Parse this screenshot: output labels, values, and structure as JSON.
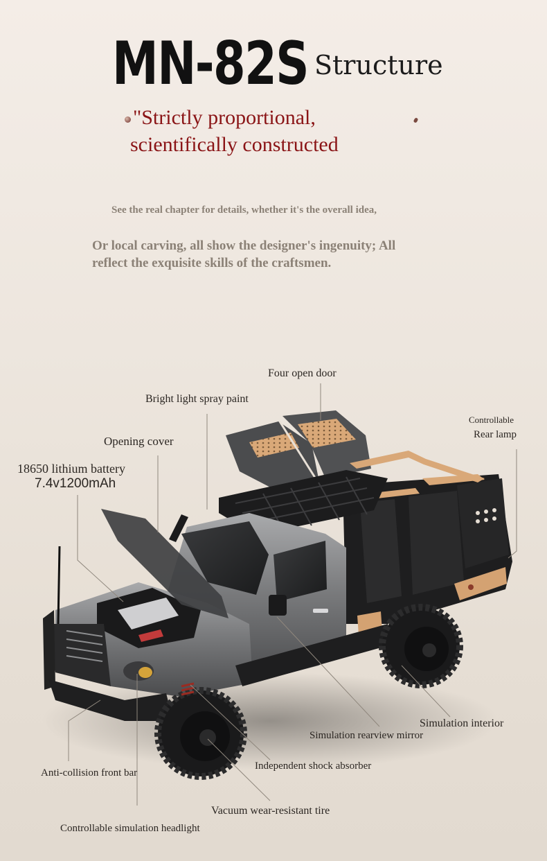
{
  "header": {
    "model": "MN-82S",
    "title_suffix": "Structure",
    "tagline_line1": "\"Strictly proportional,",
    "tagline_line2": "scientifically constructed"
  },
  "description": {
    "line1": "See the real chapter for details, whether it's the overall idea,",
    "line2a": "Or local carving, all show the designer's ingenuity; All",
    "line2b": "reflect the exquisite skills of the craftsmen."
  },
  "callouts": {
    "four_open_door": "Four open door",
    "bright_light_spray_paint": "Bright light spray paint",
    "controllable_rear_lamp_line1": "Controllable",
    "controllable_rear_lamp_line2": "Rear lamp",
    "opening_cover": "Opening cover",
    "battery_line1": "18650 lithium battery",
    "battery_line2": "7.4v1200mAh",
    "simulation_interior": "Simulation interior",
    "simulation_rearview_mirror": "Simulation rearview mirror",
    "independent_shock_absorber": "Independent shock absorber",
    "anti_collision_front_bar": "Anti-collision front bar",
    "vacuum_wear_resistant_tire": "Vacuum wear-resistant tire",
    "controllable_simulation_headlight": "Controllable simulation headlight"
  },
  "colors": {
    "background_top": "#f4ede7",
    "background_bottom": "#e2dad0",
    "tagline_red": "#8a1416",
    "accent_tan": "#d9a878",
    "body_gray": "#6f7072"
  }
}
